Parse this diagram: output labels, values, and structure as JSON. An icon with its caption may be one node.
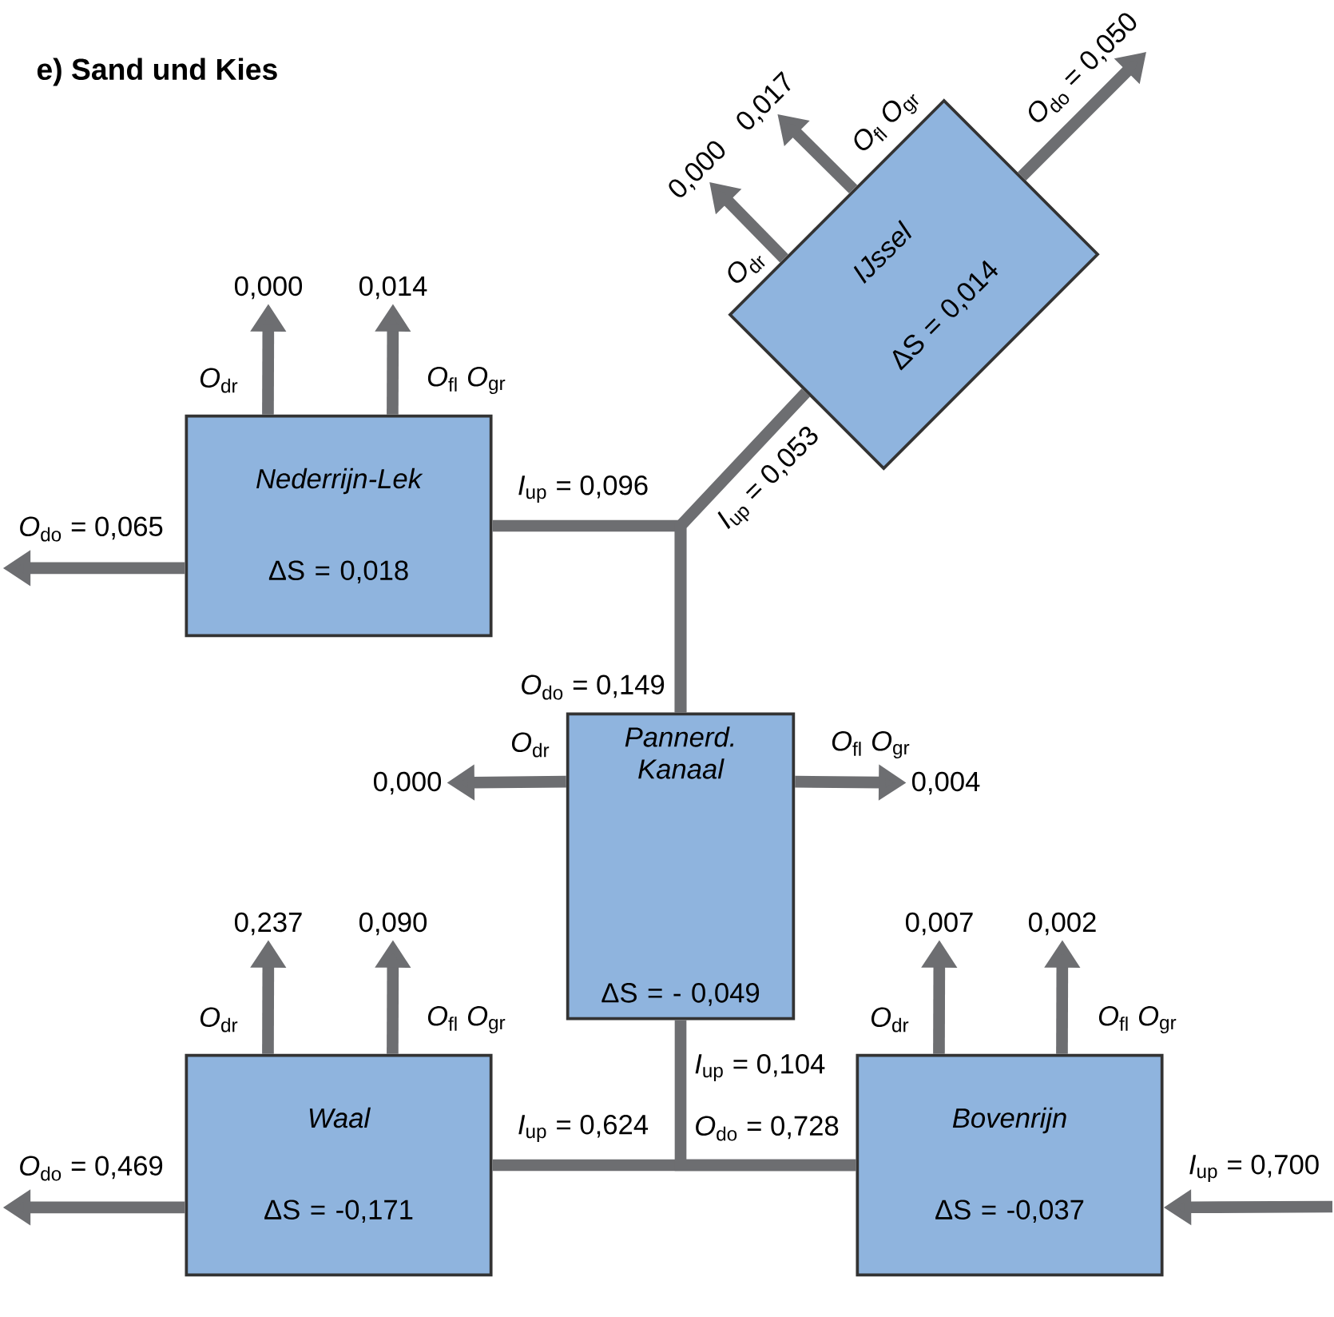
{
  "diagram": {
    "title": "e) Sand und Kies",
    "nodes": [
      {
        "text": [
          "Nederrijn-Lek",
          "ΔS = 0,018"
        ]
      },
      {
        "text": [
          "IJssel",
          "ΔS = 0,014"
        ]
      },
      {
        "text": [
          "Pannerd. Kanaal",
          "ΔS = - 0,049"
        ]
      },
      {
        "text": [
          "Waal",
          "ΔS = -0,171"
        ]
      },
      {
        "text": [
          "Bovenrijn",
          "ΔS = -0,037"
        ]
      },
      {
        "text": [
          "0,000"
        ]
      },
      {
        "text": [
          "0,014"
        ]
      },
      {
        "text": [
          "0,000"
        ]
      },
      {
        "text": [
          "0,017"
        ]
      },
      {
        "text": [
          "0,000"
        ]
      },
      {
        "text": [
          "0,004"
        ]
      },
      {
        "text": [
          "0,237"
        ]
      },
      {
        "text": [
          "0,090"
        ]
      },
      {
        "text": [
          "0,007"
        ]
      },
      {
        "text": [
          "0,002"
        ]
      }
    ],
    "edges": [
      {
        "from": 4,
        "to": 3,
        "arrow": "none",
        "label": "*I*$_{up}$ = 0,624"
      },
      {
        "from": 4,
        "to": 2,
        "arrow": "none",
        "label": "*I*$_{up}$ = 0,104"
      },
      {
        "from": 2,
        "to": 0,
        "arrow": "none",
        "label": "*I*$_{up}$ = 0,096"
      },
      {
        "from": 2,
        "to": 1,
        "arrow": "none",
        "label": "*I*$_{up}$ = 0,053"
      },
      {
        "from": null,
        "to": 4,
        "arrow": "to",
        "label": "*I*$_{up}$ = 0,700"
      },
      {
        "from": 0,
        "to": 5,
        "arrow": "to",
        "label": "*O*$_{dr}$"
      },
      {
        "from": 0,
        "to": 6,
        "arrow": "to",
        "label": "*O*$_{fl}$ *O*$_{gr}$"
      },
      {
        "from": 0,
        "to": null,
        "arrow": "to",
        "label": "*O*$_{do}$ = 0,065"
      },
      {
        "from": 1,
        "to": 7,
        "arrow": "to",
        "label": "*O*$_{dr}$"
      },
      {
        "from": 1,
        "to": 8,
        "arrow": "to",
        "label": "*O*$_{fl}$ *O*$_{gr}$"
      },
      {
        "from": 1,
        "to": null,
        "arrow": "to",
        "label": "*O*$_{do}$ = 0,050"
      },
      {
        "from": 2,
        "to": 9,
        "arrow": "to",
        "label": "*O*$_{dr}$"
      },
      {
        "from": 2,
        "to": 10,
        "arrow": "to",
        "label": "*O*$_{fl}$ *O*$_{gr}$"
      },
      {
        "from": 3,
        "to": 11,
        "arrow": "to",
        "label": "*O*$_{dr}$"
      },
      {
        "from": 3,
        "to": 12,
        "arrow": "to",
        "label": "*O*$_{fl}$ *O*$_{gr}$"
      },
      {
        "from": 3,
        "to": null,
        "arrow": "to",
        "label": "*O*$_{do}$ = 0,469"
      },
      {
        "from": 4,
        "to": 13,
        "arrow": "to",
        "label": "*O*$_{dr}$"
      },
      {
        "from": 4,
        "to": 14,
        "arrow": "to",
        "label": "*O*$_{fl}$ *O*$_{gr}$"
      }
    ],
    "labels": [
      "*O*$_{do}$ = 0,728",
      "*O*$_{do}$ = 0,149"
    ]
  }
}
